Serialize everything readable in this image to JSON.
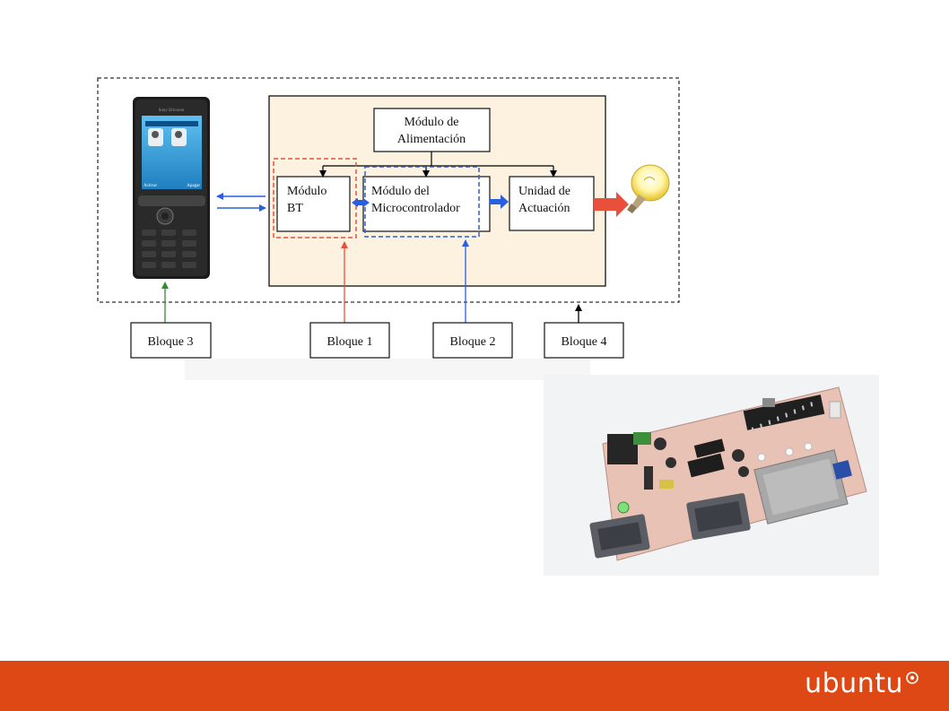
{
  "diagram": {
    "supply_module": [
      "Módulo de",
      "Alimentación"
    ],
    "bt_module": [
      "Módulo",
      "BT"
    ],
    "mcu_module": [
      "Módulo del",
      "Microcontrolador"
    ],
    "actuation_unit": [
      "Unidad de",
      "Actuación"
    ],
    "blocks": {
      "b3": "Bloque 3",
      "b1": "Bloque 1",
      "b2": "Bloque 2",
      "b4": "Bloque 4"
    }
  },
  "phone": {
    "brand": "Sony Ericsson",
    "soft_left": "Activar",
    "soft_right": "Apagar"
  },
  "colors": {
    "footer": "#dd4814",
    "block1": "#e8503c",
    "block2": "#2a5ee0",
    "block3": "#2f8f2f",
    "panel": "#fdf2e0"
  },
  "footer": {
    "logo_text": "ubuntu"
  }
}
